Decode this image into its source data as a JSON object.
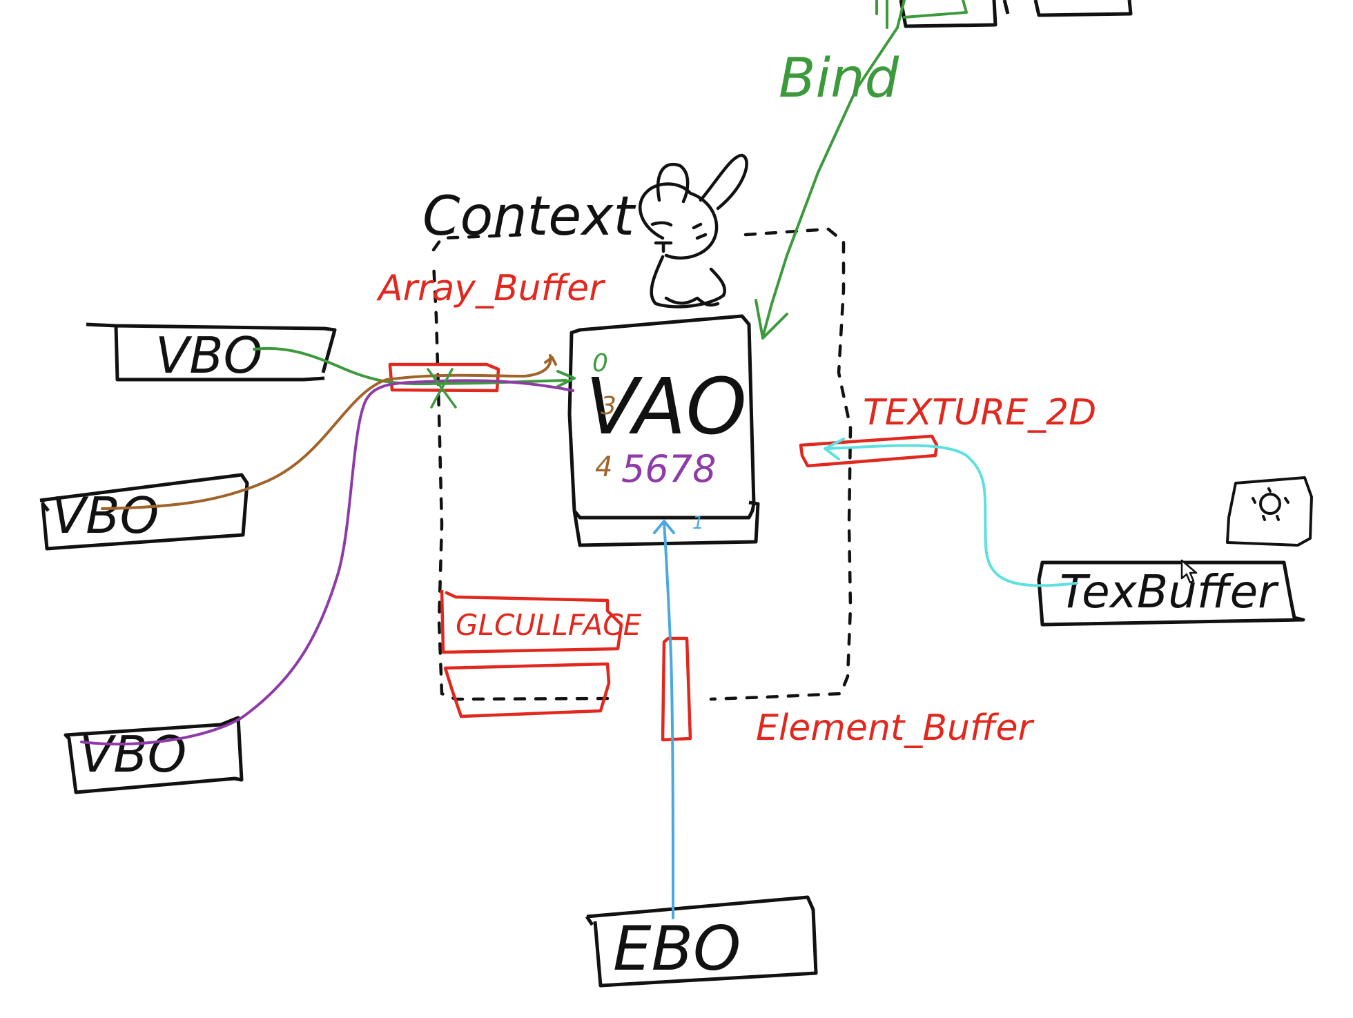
{
  "colors": {
    "ink": "#111111",
    "red": "#e0281e",
    "green": "#3c9a3c",
    "brown": "#a0642a",
    "purple": "#8e3aa8",
    "blue": "#4aa8e0",
    "cyan": "#5ee0e0"
  },
  "labels": {
    "context": "Context",
    "bind": "Bind",
    "array_buffer": "Array_Buffer",
    "texture_2d": "TEXTURE_2D",
    "element_buffer": "Element_Buffer",
    "gl_cull_face": "GLCULLFACE"
  },
  "vao": {
    "title": "VAO",
    "slot_top": "0",
    "slot_mid": "3",
    "slot_digits_left": "4",
    "slot_digits": "5678",
    "bottom_mark": "1"
  },
  "objects": {
    "vbo_1": "VBO",
    "vbo_2": "VBO",
    "vbo_3": "VBO",
    "ebo": "EBO",
    "tex_buffer": "TexBuffer"
  },
  "icons": [
    "bunny-doodle-icon",
    "image-doodle-icon",
    "cursor-icon"
  ]
}
